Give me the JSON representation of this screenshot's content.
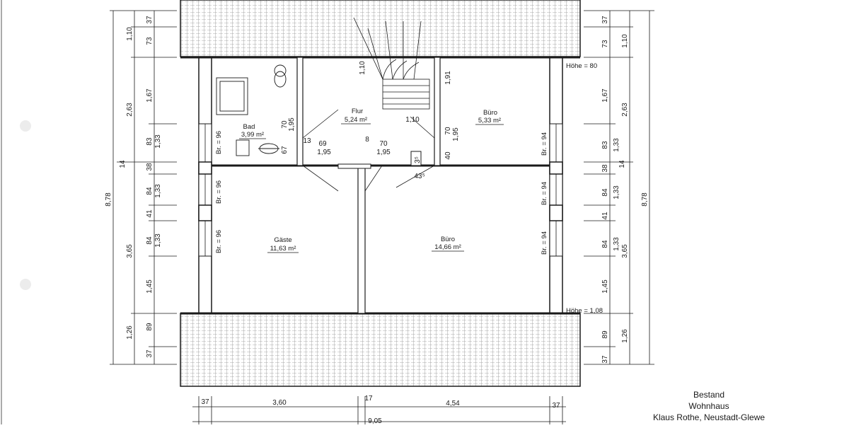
{
  "rooms": {
    "bad": {
      "name": "Bad",
      "area": "3,99 m²"
    },
    "flur": {
      "name": "Flur",
      "area": "5,24 m²"
    },
    "buero_small": {
      "name": "Büro",
      "area": "5,33 m²"
    },
    "gaeste": {
      "name": "Gäste",
      "area": "11,63 m²"
    },
    "buero_large": {
      "name": "Büro",
      "area": "14,66 m²"
    }
  },
  "heights": {
    "top": "Höhe = 80",
    "bottom": "Höhe = 1,08"
  },
  "window_widths": {
    "left": "Br. = 96",
    "right": "Br. = 94"
  },
  "dimensions": {
    "left_outer": [
      "1,10",
      "2,63",
      "3,65",
      "1,26"
    ],
    "left_total": "8,78",
    "left_inner": [
      "37",
      "73",
      "1,67",
      "83",
      "38",
      "84",
      "41",
      "84",
      "1,45",
      "89",
      "37"
    ],
    "left_small": [
      "1,33",
      "1,33",
      "1,33",
      "14"
    ],
    "right_outer": [
      "1,10",
      "2,63",
      "3,65",
      "1,26"
    ],
    "right_total": "8,78",
    "right_inner": [
      "37",
      "73",
      "1,67",
      "83",
      "38",
      "84",
      "41",
      "84",
      "1,45",
      "89",
      "37"
    ],
    "right_small": [
      "1,33",
      "1,33",
      "1,33",
      "14"
    ],
    "bottom_row": [
      "37",
      "3,60",
      "17",
      "4,54",
      "37"
    ],
    "bottom_total": "9,05",
    "interior": [
      "70",
      "1,95",
      "67",
      "13",
      "69",
      "1,95",
      "8",
      "70",
      "1,95",
      "70",
      "1,95",
      "40",
      "1,91",
      "1,10",
      "1,10",
      "3⁵",
      "43⁵"
    ]
  },
  "title_block": {
    "line1": "Bestand",
    "line2": "Wohnhaus",
    "line3": "Klaus Rothe, Neustadt-Glewe"
  }
}
